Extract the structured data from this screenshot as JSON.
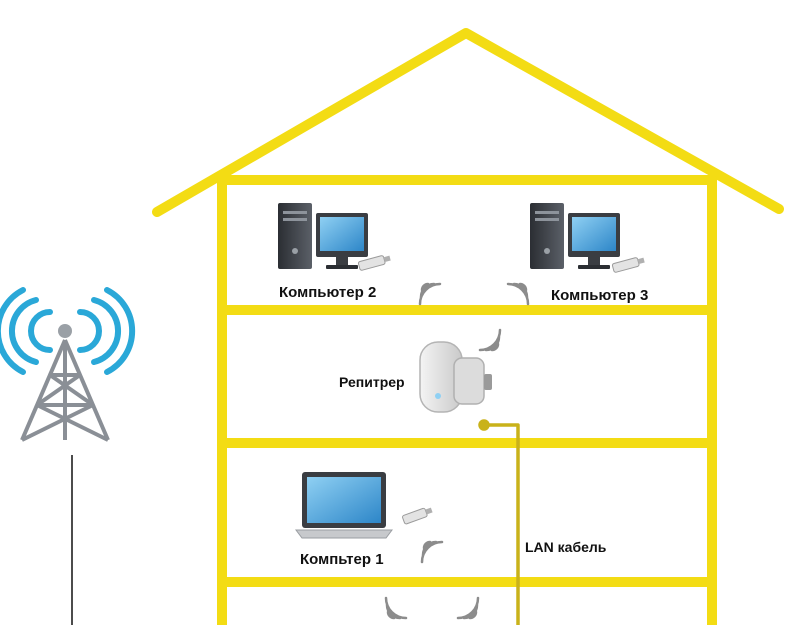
{
  "labels": {
    "computer2": "Компьютер 2",
    "computer3": "Компьютер 3",
    "repeater": "Репитрер",
    "computer1": "Компьтер 1",
    "lan_cable": "LAN кабель"
  },
  "colors": {
    "house_outline": "#f3dc14",
    "tower_waves": "#2aa8d8",
    "tower_body": "#8a8f96",
    "lan_cable": "#c9b21a",
    "screen": "#3f9ad6",
    "pc_case": "#3a3d42"
  },
  "icons": [
    "cell-tower-icon",
    "desktop-computer-icon",
    "laptop-icon",
    "wifi-adapter-icon",
    "wifi-signal-icon",
    "wifi-repeater-icon"
  ]
}
